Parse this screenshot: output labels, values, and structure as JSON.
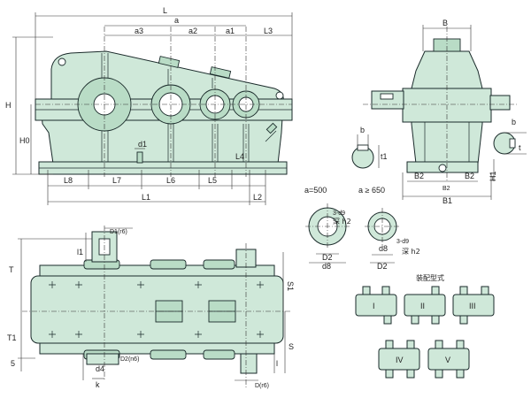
{
  "colors": {
    "body_fill": "#cfe8d9",
    "boss_fill": "#b9dcc6",
    "line": "#1a2a2a",
    "background": "#ffffff"
  },
  "front_view": {
    "top_dims": {
      "L": "L",
      "a": "a",
      "a3": "a3",
      "a2": "a2",
      "a1": "a1",
      "L3": "L3"
    },
    "side_dims": {
      "H": "H",
      "H0": "H0"
    },
    "bottom_dims": {
      "L8": "L8",
      "L7": "L7",
      "L6": "L6",
      "L5": "L5",
      "L4": "L4",
      "L1": "L1",
      "L2": "L2"
    },
    "bolt_label": "d1"
  },
  "side_view": {
    "dims": {
      "B": "B",
      "B1": "B1",
      "B2_left": "B2",
      "B2_mid": "B2",
      "B2_right": "B2",
      "H1": "H1"
    }
  },
  "key_sections": {
    "left": {
      "b": "b",
      "t1": "t1"
    },
    "right": {
      "b": "b",
      "t": "t"
    }
  },
  "shaft_ends": {
    "small": {
      "caption": "a=500",
      "D2": "D2",
      "d8": "d8",
      "thread": "3-d9",
      "depth": "深 h2"
    },
    "large": {
      "caption": "a ≥ 650",
      "D2": "D2",
      "d8": "d8",
      "thread": "3-d9",
      "depth": "深 h2"
    }
  },
  "plan_view": {
    "dims": {
      "T": "T",
      "T1": "T1",
      "S": "S",
      "S1": "S1",
      "l1": "l1",
      "l": "l",
      "five": "5",
      "d4": "d4",
      "k": "k"
    },
    "shaft_labels": {
      "d1": "D1(r6)",
      "d2": "D2(n6)",
      "d": "D(r6)"
    }
  },
  "assembly": {
    "title": "装配型式",
    "types": [
      "I",
      "II",
      "III",
      "IV",
      "V"
    ]
  }
}
